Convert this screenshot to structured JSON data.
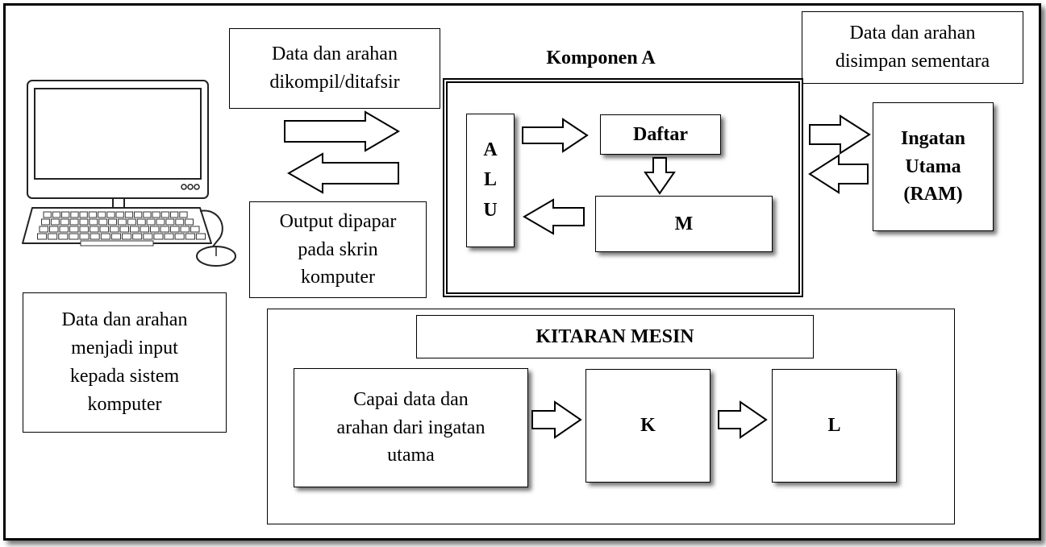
{
  "computer": {
    "icon": "desktop-computer-icon"
  },
  "compile_box": {
    "text": "Data dan arahan\ndikompil/ditafsir"
  },
  "output_box": {
    "text": "Output dipapar\npada skrin\nkomputer"
  },
  "input_box": {
    "text": "Data dan arahan\nmenjadi input\nkepada sistem\nkomputer"
  },
  "storage_box": {
    "text": "Data dan arahan\ndisimpan sementara"
  },
  "component_a": {
    "title": "Komponen A",
    "alu_label": "A\nL\nU",
    "register_label": "Daftar",
    "m_label": "M"
  },
  "ram_box": {
    "text": "Ingatan\nUtama\n(RAM)"
  },
  "machine_cycle": {
    "title": "KITARAN MESIN",
    "fetch_label": "Capai data dan\narahan dari ingatan\nutama",
    "k_label": "K",
    "l_label": "L"
  }
}
